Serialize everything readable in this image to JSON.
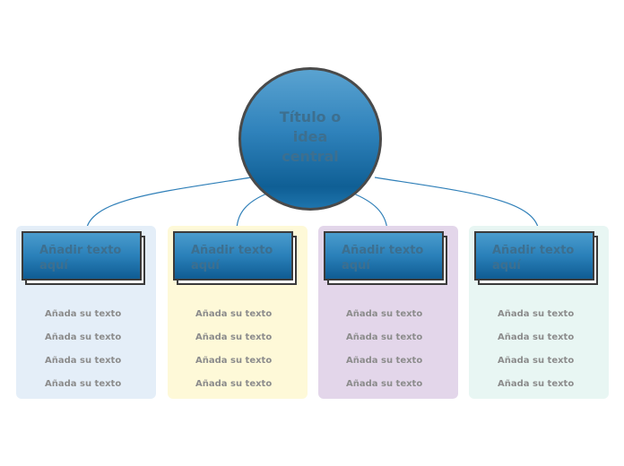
{
  "center": {
    "title": "Título o idea central"
  },
  "colors": {
    "line": "#2f7fb8",
    "sub_line": "#4a90c4",
    "panel_1": "#e4eef8",
    "panel_2": "#fef9d8",
    "panel_3": "#e3d6ea",
    "panel_4": "#e8f6f3"
  },
  "branches": [
    {
      "label": "Añadir texto aquí",
      "items": [
        "Añada su texto",
        "Añada su texto",
        "Añada su texto",
        "Añada su texto"
      ]
    },
    {
      "label": "Añadir texto aquí",
      "items": [
        "Añada su texto",
        "Añada su texto",
        "Añada su texto",
        "Añada su texto"
      ]
    },
    {
      "label": "Añadir texto aquí",
      "items": [
        "Añada su texto",
        "Añada su texto",
        "Añada su texto",
        "Añada su texto"
      ]
    },
    {
      "label": "Añadir texto aquí",
      "items": [
        "Añada su texto",
        "Añada su texto",
        "Añada su texto",
        "Añada su texto"
      ]
    }
  ]
}
